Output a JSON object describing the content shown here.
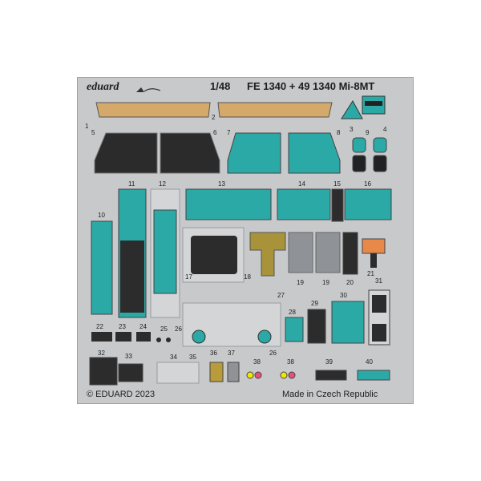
{
  "header": {
    "brand": "eduard",
    "scale": "1/48",
    "code": "FE 1340 + 49 1340 Mi-8MT"
  },
  "footer": {
    "copyright": "© EDUARD 2023",
    "origin": "Made in Czech Republic"
  },
  "part_numbers": [
    "1",
    "2",
    "3",
    "4",
    "5",
    "6",
    "7",
    "8",
    "9",
    "10",
    "11",
    "12",
    "13",
    "14",
    "15",
    "16",
    "17",
    "18",
    "19",
    "19",
    "20",
    "21",
    "22",
    "23",
    "24",
    "25",
    "26",
    "26",
    "27",
    "28",
    "29",
    "30",
    "31",
    "32",
    "33",
    "34",
    "35",
    "36",
    "37",
    "38",
    "38",
    "39",
    "40"
  ],
  "colors": {
    "fret": "#c7c9cb",
    "teal": "#2aa9a6",
    "tan": "#d4a96a",
    "olive": "#a8923a",
    "orange": "#e8894a",
    "dark": "#2c2c2c"
  }
}
